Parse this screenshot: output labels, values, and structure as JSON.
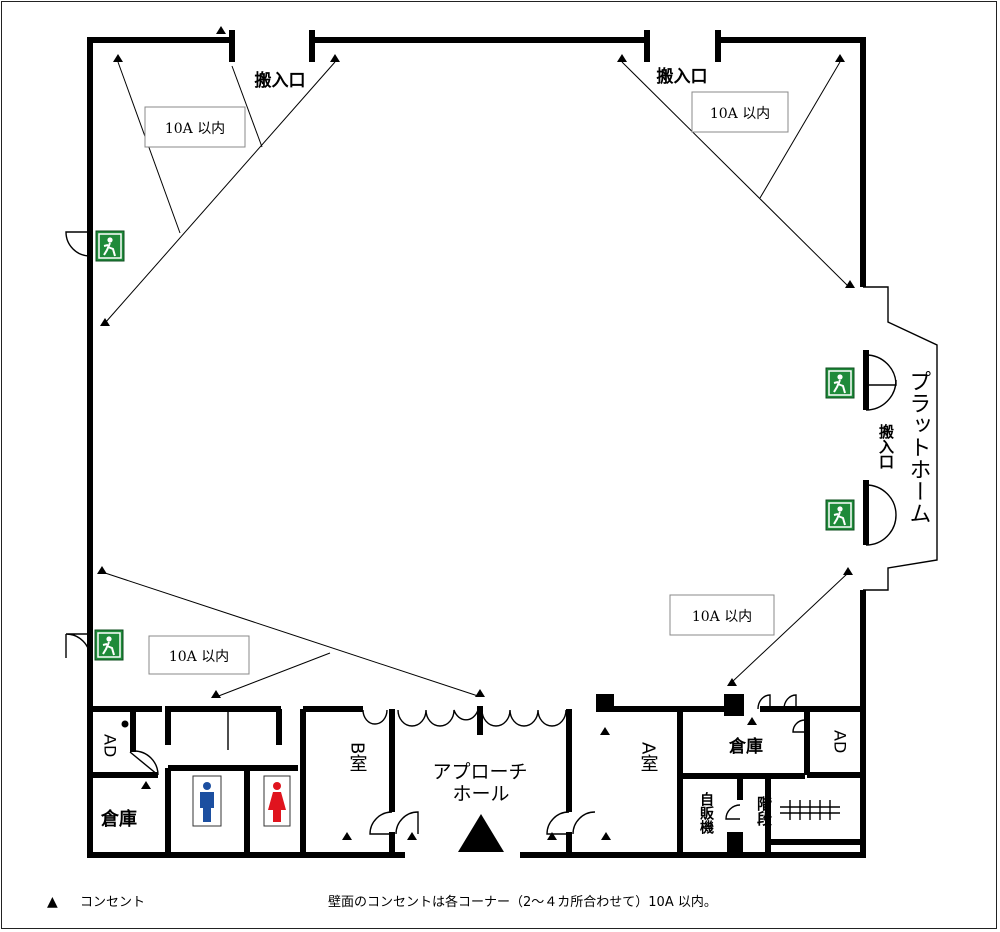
{
  "labels": {
    "loading_top_left": "搬入口",
    "loading_top_right": "搬入口",
    "loading_right": "搬入口",
    "platform": "プラットホーム",
    "approach_hall_1": "アプローチ",
    "approach_hall_2": "ホール",
    "room_b": "B室",
    "room_a": "A室",
    "storage_left": "倉庫",
    "storage_right": "倉庫",
    "ad_left": "AD",
    "ad_right": "AD",
    "vending": "自販機",
    "stairs": "階段"
  },
  "capacity_labels": [
    "10A 以内",
    "10A 以内",
    "10A 以内",
    "10A 以内"
  ],
  "legend": {
    "symbol": "▲",
    "text": "コンセント"
  },
  "footnote": "壁面のコンセントは各コーナー（2～４カ所合わせて）10A 以内。",
  "colors": {
    "exit_sign": "#1f8a3a",
    "male_icon": "#1c4fa0",
    "female_icon": "#e0141e",
    "wall": "#000000"
  },
  "icons": [
    "emergency-exit-sign-icon",
    "male-restroom-icon",
    "female-restroom-icon",
    "outlet-icon"
  ]
}
